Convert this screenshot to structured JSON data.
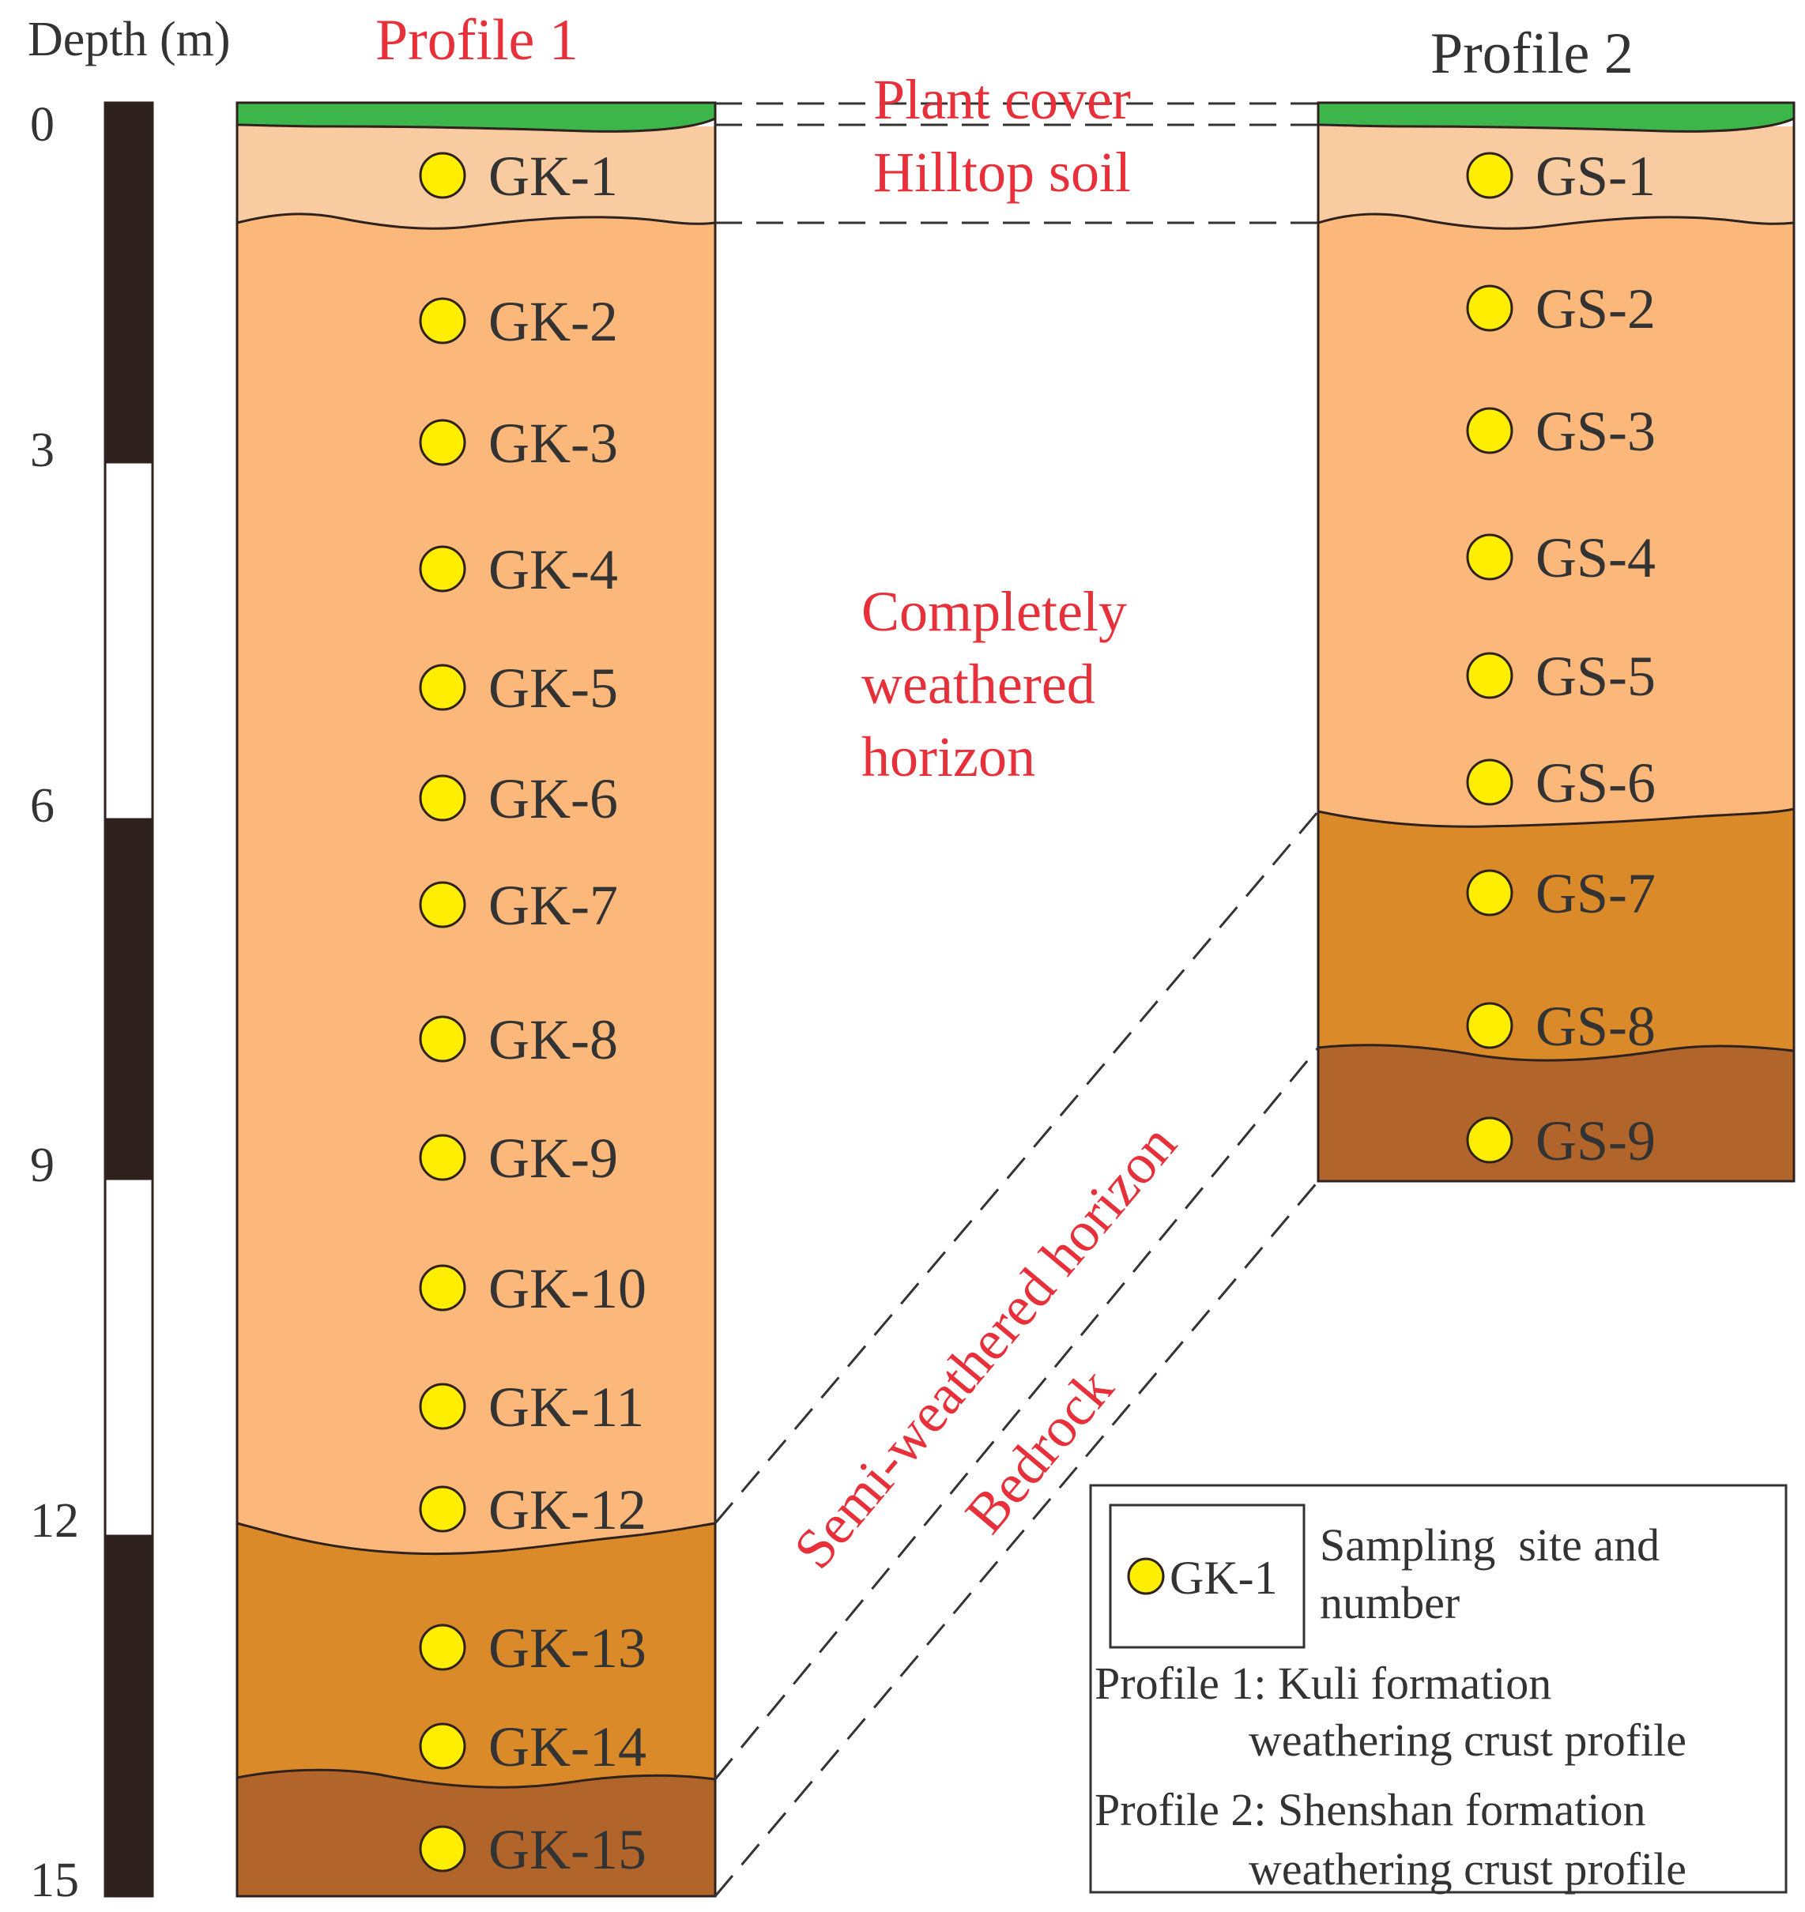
{
  "depth_axis": {
    "title": "Depth (m)",
    "ticks": [
      "0",
      "3",
      "6",
      "9",
      "12",
      "15"
    ]
  },
  "profile1": {
    "title": "Profile 1",
    "samples": [
      "GK-1",
      "GK-2",
      "GK-3",
      "GK-4",
      "GK-5",
      "GK-6",
      "GK-7",
      "GK-8",
      "GK-9",
      "GK-10",
      "GK-11",
      "GK-12",
      "GK-13",
      "GK-14",
      "GK-15"
    ]
  },
  "profile2": {
    "title": "Profile 2",
    "samples": [
      "GS-1",
      "GS-2",
      "GS-3",
      "GS-4",
      "GS-5",
      "GS-6",
      "GS-7",
      "GS-8",
      "GS-9"
    ]
  },
  "horizons": {
    "plant_cover": "Plant cover",
    "hilltop_soil": "Hilltop soil",
    "completely_weathered": [
      "Completely",
      "weathered",
      "horizon"
    ],
    "semi_weathered": "Semi-weathered horizon",
    "bedrock": "Bedrock"
  },
  "legend": {
    "sample_label": "GK-1",
    "sample_desc": [
      "Sampling  site and",
      "number"
    ],
    "profile1_desc": [
      "Profile 1: Kuli formation",
      "weathering crust profile"
    ],
    "profile2_desc": [
      "Profile 2: Shenshan formation",
      "weathering crust profile"
    ]
  },
  "colors": {
    "plant_cover": "#3cb54a",
    "hilltop_soil": "#f9cba0",
    "completely_weathered": "#fbb87a",
    "semi_weathered": "#db8a2a",
    "bedrock": "#b2652a",
    "sample_dot": "#ffee00",
    "label_red": "#e8303a",
    "scale_dark": "#2e211e"
  }
}
